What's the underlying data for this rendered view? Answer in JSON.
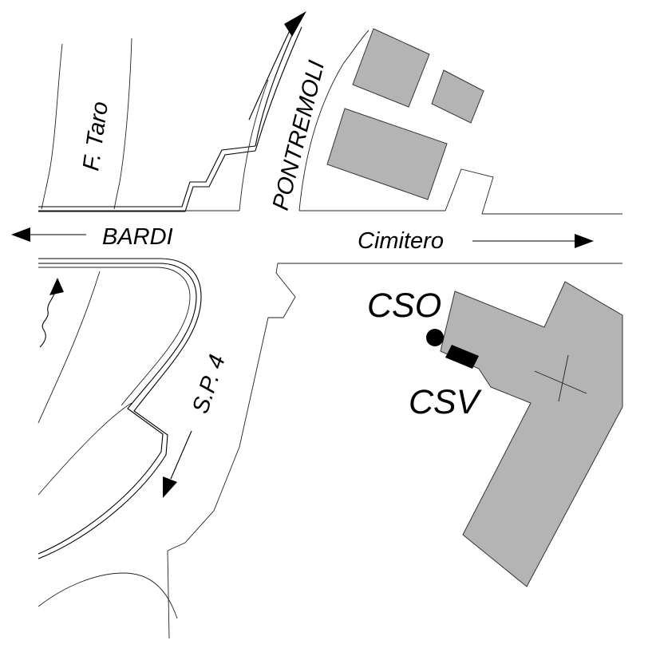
{
  "labels": {
    "river": "F. Taro",
    "road_north": "PONTREMOLI",
    "road_west": "BARDI",
    "road_east": "Cimitero",
    "road_south": "S.P. 4",
    "station_cso": "CSO",
    "station_csv": "CSV"
  },
  "colors": {
    "building_fill": "#b4b4b4",
    "line": "#000000",
    "background": "#ffffff"
  },
  "icons": {
    "cso_marker": "filled-circle",
    "csv_marker": "filled-rectangle",
    "flow_arrow": "wavy-arrow",
    "building_center": "cross-mark"
  }
}
